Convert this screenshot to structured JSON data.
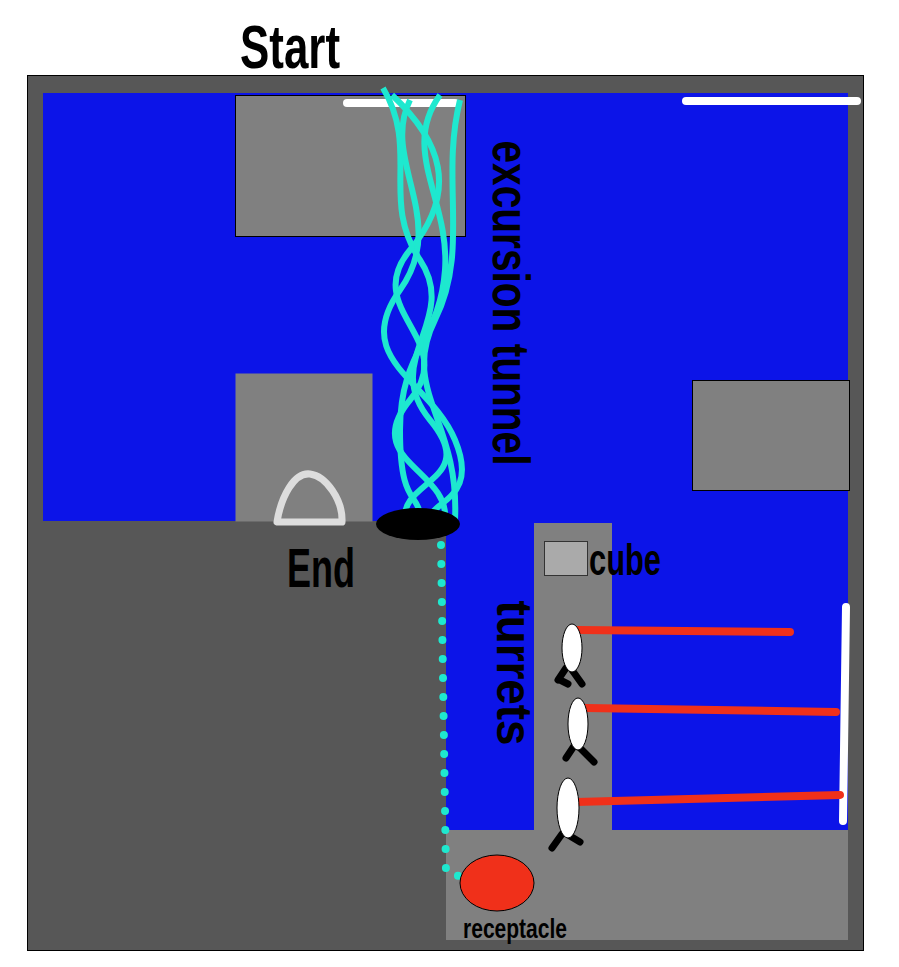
{
  "diagram": {
    "labels": [
      "Start",
      "excursion tunnel",
      "End",
      "cube",
      "turrets",
      "receptacle"
    ]
  }
}
